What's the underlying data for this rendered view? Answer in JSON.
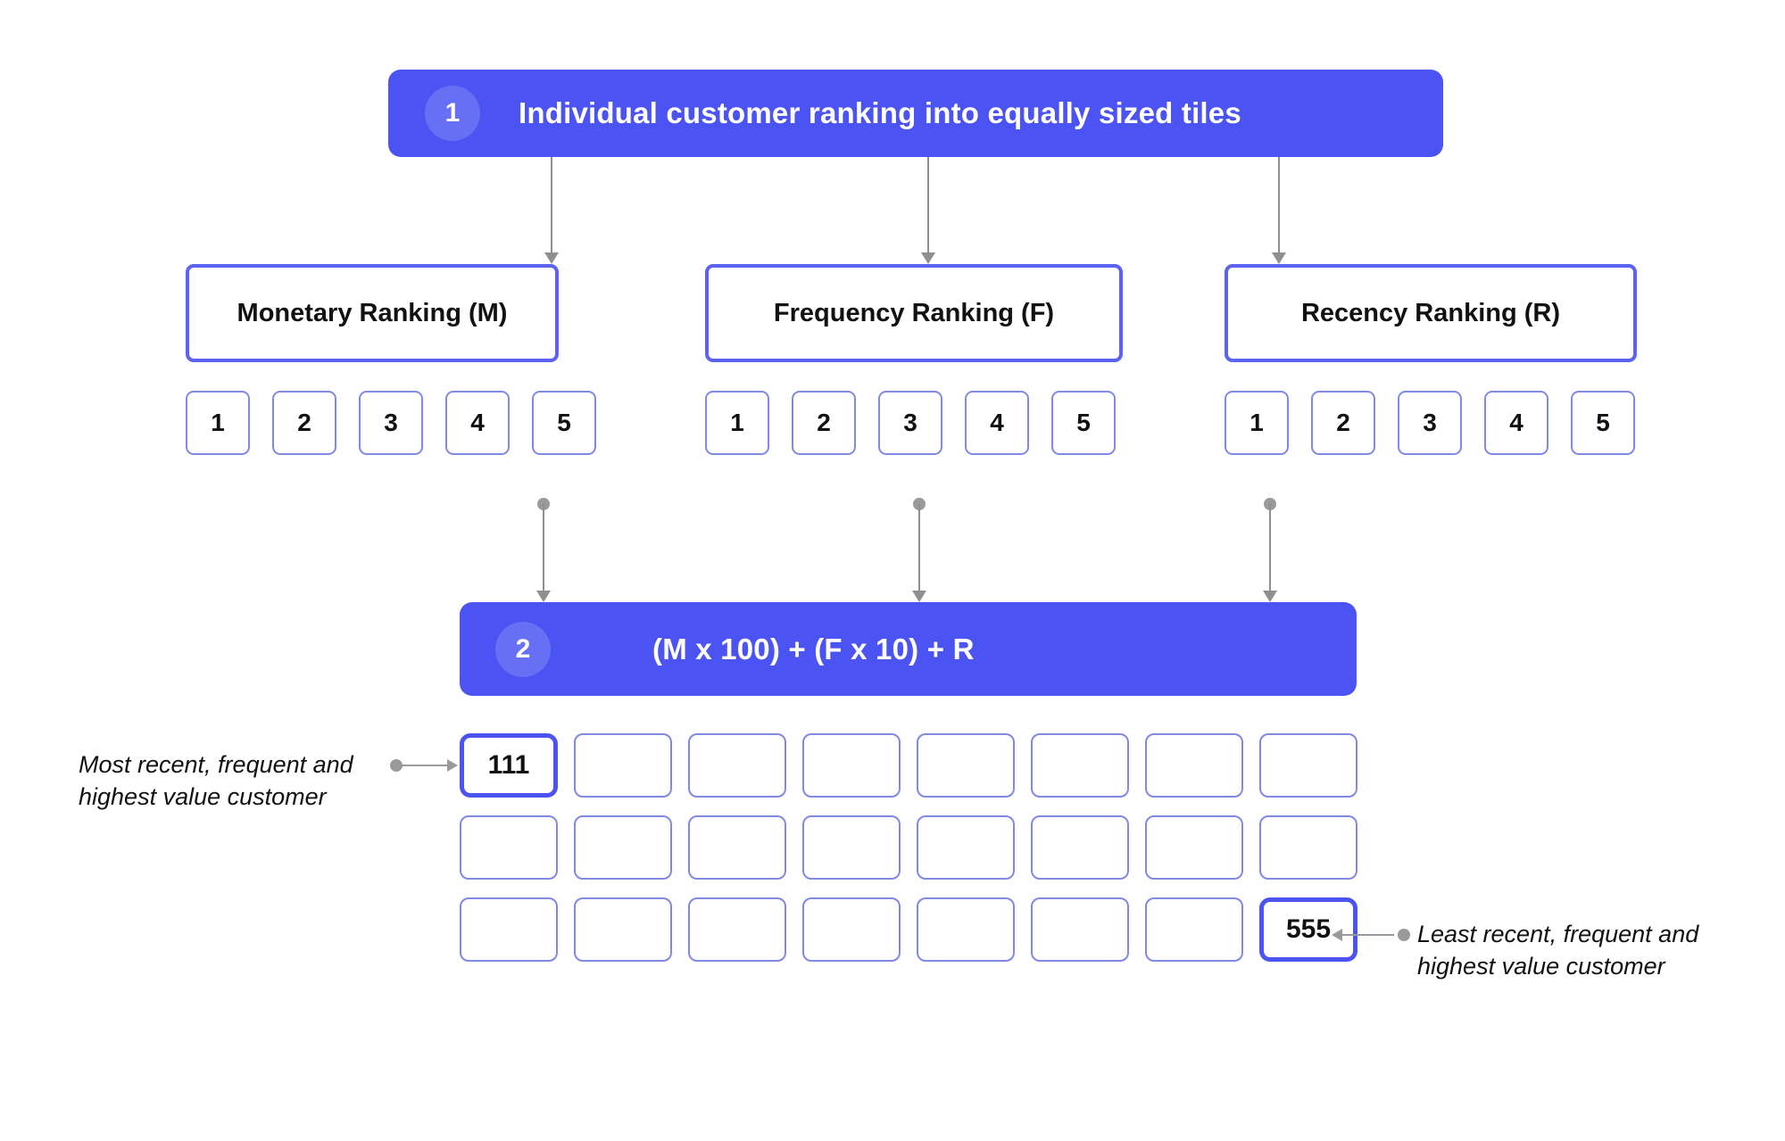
{
  "diagram": {
    "title": "RFM customer ranking diagram",
    "background_color": "#ffffff",
    "accent_color": "#4b54f2",
    "border_color": "#5b63f0",
    "tile_border_color": "#8189e4",
    "connector_color": "#9a9a9a"
  },
  "step1": {
    "badge": "1",
    "title": "Individual customer ranking into equally sized tiles"
  },
  "step2": {
    "badge": "2",
    "title": "(M x 100) + (F x 10)  + R"
  },
  "rankings": [
    {
      "label": "Monetary Ranking (M)",
      "tiles": [
        "1",
        "2",
        "3",
        "4",
        "5"
      ]
    },
    {
      "label": "Frequency Ranking (F)",
      "tiles": [
        "1",
        "2",
        "3",
        "4",
        "5"
      ]
    },
    {
      "label": "Recency Ranking (R)",
      "tiles": [
        "1",
        "2",
        "3",
        "4",
        "5"
      ]
    }
  ],
  "result_grid": {
    "columns": 8,
    "rows": 3,
    "cells": [
      "111",
      "",
      "",
      "",
      "",
      "",
      "",
      "",
      "",
      "",
      "",
      "",
      "",
      "",
      "",
      "",
      "",
      "",
      "",
      "",
      "",
      "",
      "",
      "555"
    ]
  },
  "annotations": {
    "left": "Most recent, frequent and highest value customer",
    "right": "Least recent, frequent and highest value customer"
  }
}
